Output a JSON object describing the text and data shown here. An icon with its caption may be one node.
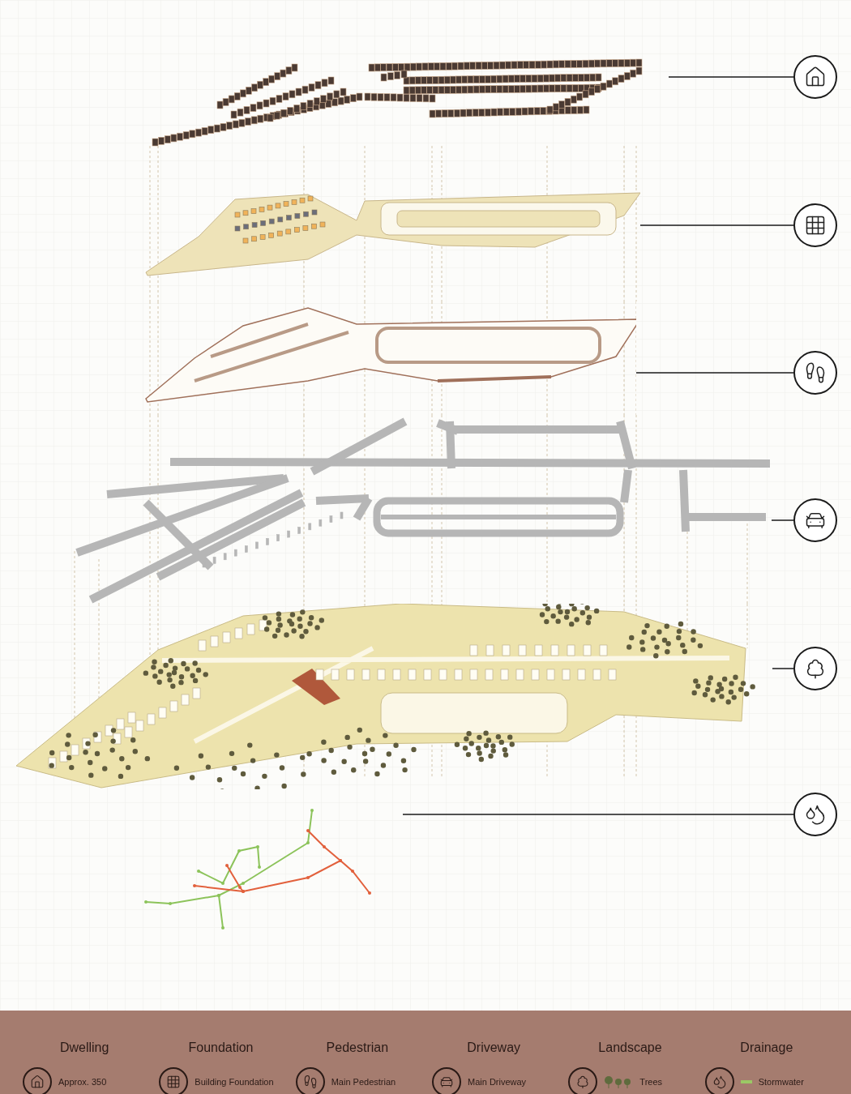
{
  "diagram": {
    "nodes": [
      {
        "text": [],
        "shape": "picture"
      },
      {
        "text": [],
        "shape": "picture"
      },
      {
        "text": [],
        "shape": "picture"
      },
      {
        "text": [],
        "shape": "picture"
      },
      {
        "text": [],
        "shape": "picture"
      },
      {
        "text": [],
        "shape": "picture"
      },
      {
        "text": [],
        "shape": "circle"
      },
      {
        "text": [],
        "shape": "circle"
      },
      {
        "text": [],
        "shape": "circle"
      },
      {
        "text": [],
        "shape": "circle"
      },
      {
        "text": [],
        "shape": "circle"
      },
      {
        "text": [],
        "shape": "circle"
      }
    ],
    "edges": [
      {
        "from": 0,
        "to": 6,
        "arrow": "none"
      },
      {
        "from": 1,
        "to": 7,
        "arrow": "none"
      },
      {
        "from": 2,
        "to": 8,
        "arrow": "none"
      },
      {
        "from": 3,
        "to": 9,
        "arrow": "none"
      },
      {
        "from": 4,
        "to": 10,
        "arrow": "none"
      },
      {
        "from": 5,
        "to": 11,
        "arrow": "none"
      }
    ],
    "labels": [
      "Dwelling",
      "Foundation",
      "Pedestrian",
      "Driveway",
      "Landscape",
      "Drainage"
    ],
    "legend": [
      {
        "text": "Approx. 350"
      },
      {
        "text": "Building Foundation"
      },
      {
        "text": "Main Pedestrian"
      },
      {
        "text": "Main Driveway"
      },
      {
        "text": "Trees"
      },
      {
        "text": "Stormwater",
        "color": "#9bc865"
      }
    ]
  }
}
